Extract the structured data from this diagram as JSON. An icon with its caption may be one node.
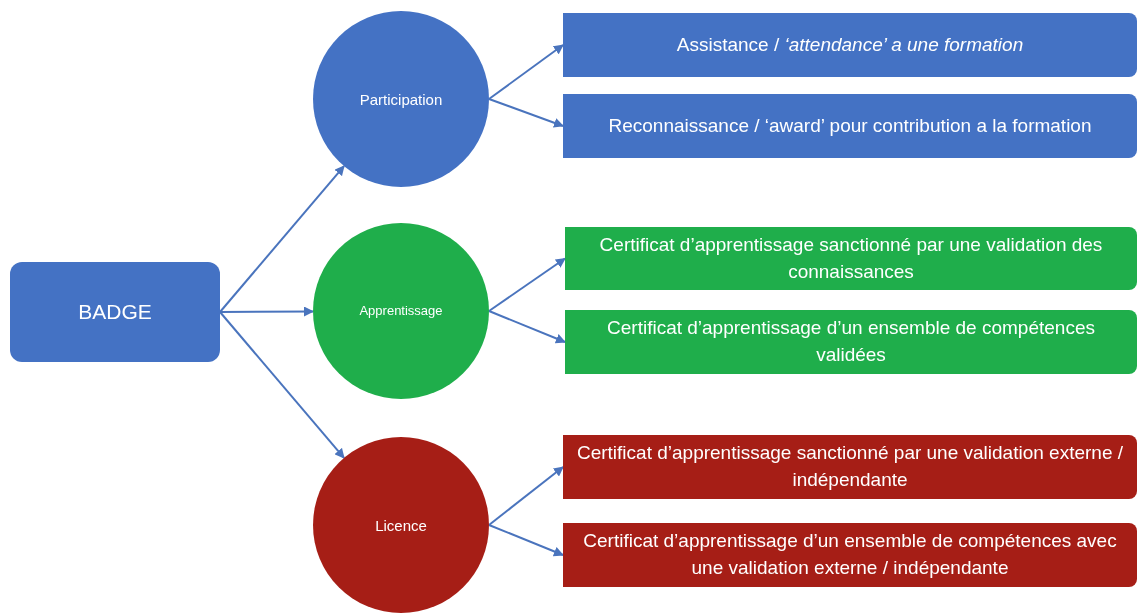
{
  "diagram": {
    "nodes": [
      {
        "text": [
          "BADGE"
        ]
      },
      {
        "text": [
          "Participation"
        ]
      },
      {
        "text": [
          "Assistance / *‘attendance’ a une formation*"
        ]
      },
      {
        "text": [
          "Reconnaissance / ‘award’ pour contribution a la formation"
        ]
      },
      {
        "text": [
          "Apprentissage"
        ]
      },
      {
        "text": [
          "Certificat d’apprentissage sanctionné par une validation des connaissances"
        ]
      },
      {
        "text": [
          "Certificat d’apprentissage d’un ensemble de compétences validées"
        ]
      },
      {
        "text": [
          "Licence"
        ]
      },
      {
        "text": [
          "Certificat d’apprentissage sanctionné par une validation externe / indépendante"
        ]
      },
      {
        "text": [
          "Certificat d’apprentissage d’un ensemble de compétences avec une validation externe / indépendante"
        ]
      }
    ],
    "edges": [
      {
        "from": 0,
        "to": 1,
        "arrow": "to"
      },
      {
        "from": 0,
        "to": 4,
        "arrow": "to"
      },
      {
        "from": 0,
        "to": 7,
        "arrow": "to"
      },
      {
        "from": 1,
        "to": 2,
        "arrow": "to"
      },
      {
        "from": 1,
        "to": 3,
        "arrow": "to"
      },
      {
        "from": 4,
        "to": 5,
        "arrow": "to"
      },
      {
        "from": 4,
        "to": 6,
        "arrow": "to"
      },
      {
        "from": 7,
        "to": 8,
        "arrow": "to"
      },
      {
        "from": 7,
        "to": 9,
        "arrow": "to"
      }
    ]
  }
}
